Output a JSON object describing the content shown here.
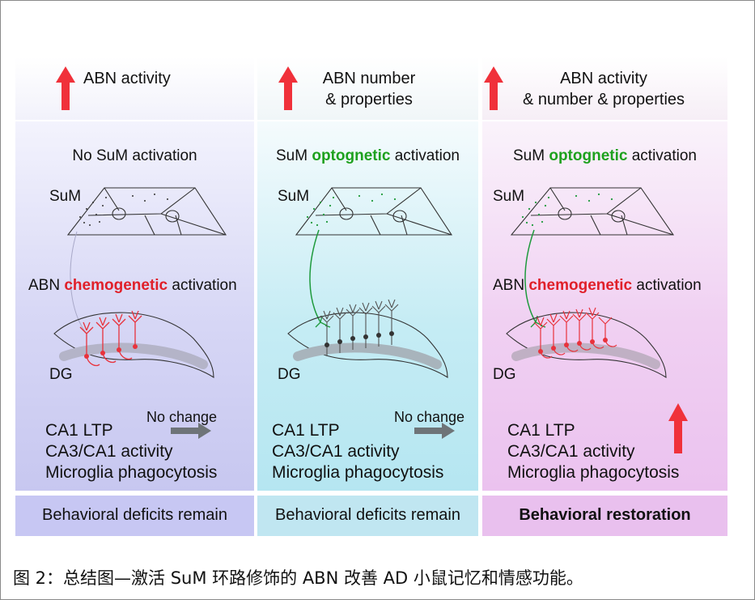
{
  "columns": [
    {
      "header_lines": [
        "ABN activity"
      ],
      "activation": {
        "pre": "No SuM activation",
        "highlight": "",
        "post": ""
      },
      "sum_label": "SuM",
      "abn_activation": {
        "pre": "ABN ",
        "highlight": "chemogenetic",
        "post": " activation"
      },
      "dg_label": "DG",
      "measures": [
        "CA1 LTP",
        "CA3/CA1 activity",
        "Microglia phagocytosis"
      ],
      "effect_label": "No change",
      "footer": "Behavioral deficits remain"
    },
    {
      "header_lines": [
        "ABN number",
        "& properties"
      ],
      "activation": {
        "pre": "SuM ",
        "highlight": "optognetic",
        "post": " activation"
      },
      "sum_label": "SuM",
      "abn_activation": {
        "pre": "",
        "highlight": "",
        "post": ""
      },
      "dg_label": "DG",
      "measures": [
        "CA1 LTP",
        "CA3/CA1 activity",
        "Microglia phagocytosis"
      ],
      "effect_label": "No change",
      "footer": "Behavioral deficits remain"
    },
    {
      "header_lines": [
        "ABN activity",
        "& number & properties"
      ],
      "activation": {
        "pre": "SuM ",
        "highlight": "optognetic",
        "post": " activation"
      },
      "sum_label": "SuM",
      "abn_activation": {
        "pre": "ABN ",
        "highlight": "chemogenetic",
        "post": " activation"
      },
      "dg_label": "DG",
      "measures": [
        "CA1 LTP",
        "CA3/CA1 activity",
        "Microglia phagocytosis"
      ],
      "effect_label": "",
      "footer": "Behavioral restoration"
    }
  ],
  "caption": "图 2：总结图—激活 SuM 环路修饰的 ABN 改善 AD 小鼠记忆和情感功能。",
  "colors": {
    "arrow_red": "#f0313a",
    "highlight_green": "#1ea11e",
    "highlight_red": "#e0202a",
    "gray_arrow": "#6e7478",
    "projection_green": "#1e9a3c",
    "neuron_red": "#e8323c"
  }
}
